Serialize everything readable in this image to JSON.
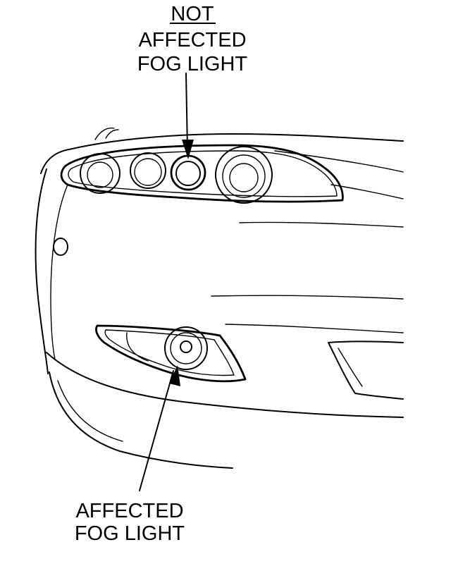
{
  "callouts": {
    "not_affected": {
      "line1": "NOT",
      "line2": "AFFECTED",
      "line3": "FOG LIGHT"
    },
    "affected": {
      "line1": "AFFECTED",
      "line2": "FOG LIGHT"
    }
  },
  "colors": {
    "ink": "#000000",
    "paper": "#ffffff"
  }
}
